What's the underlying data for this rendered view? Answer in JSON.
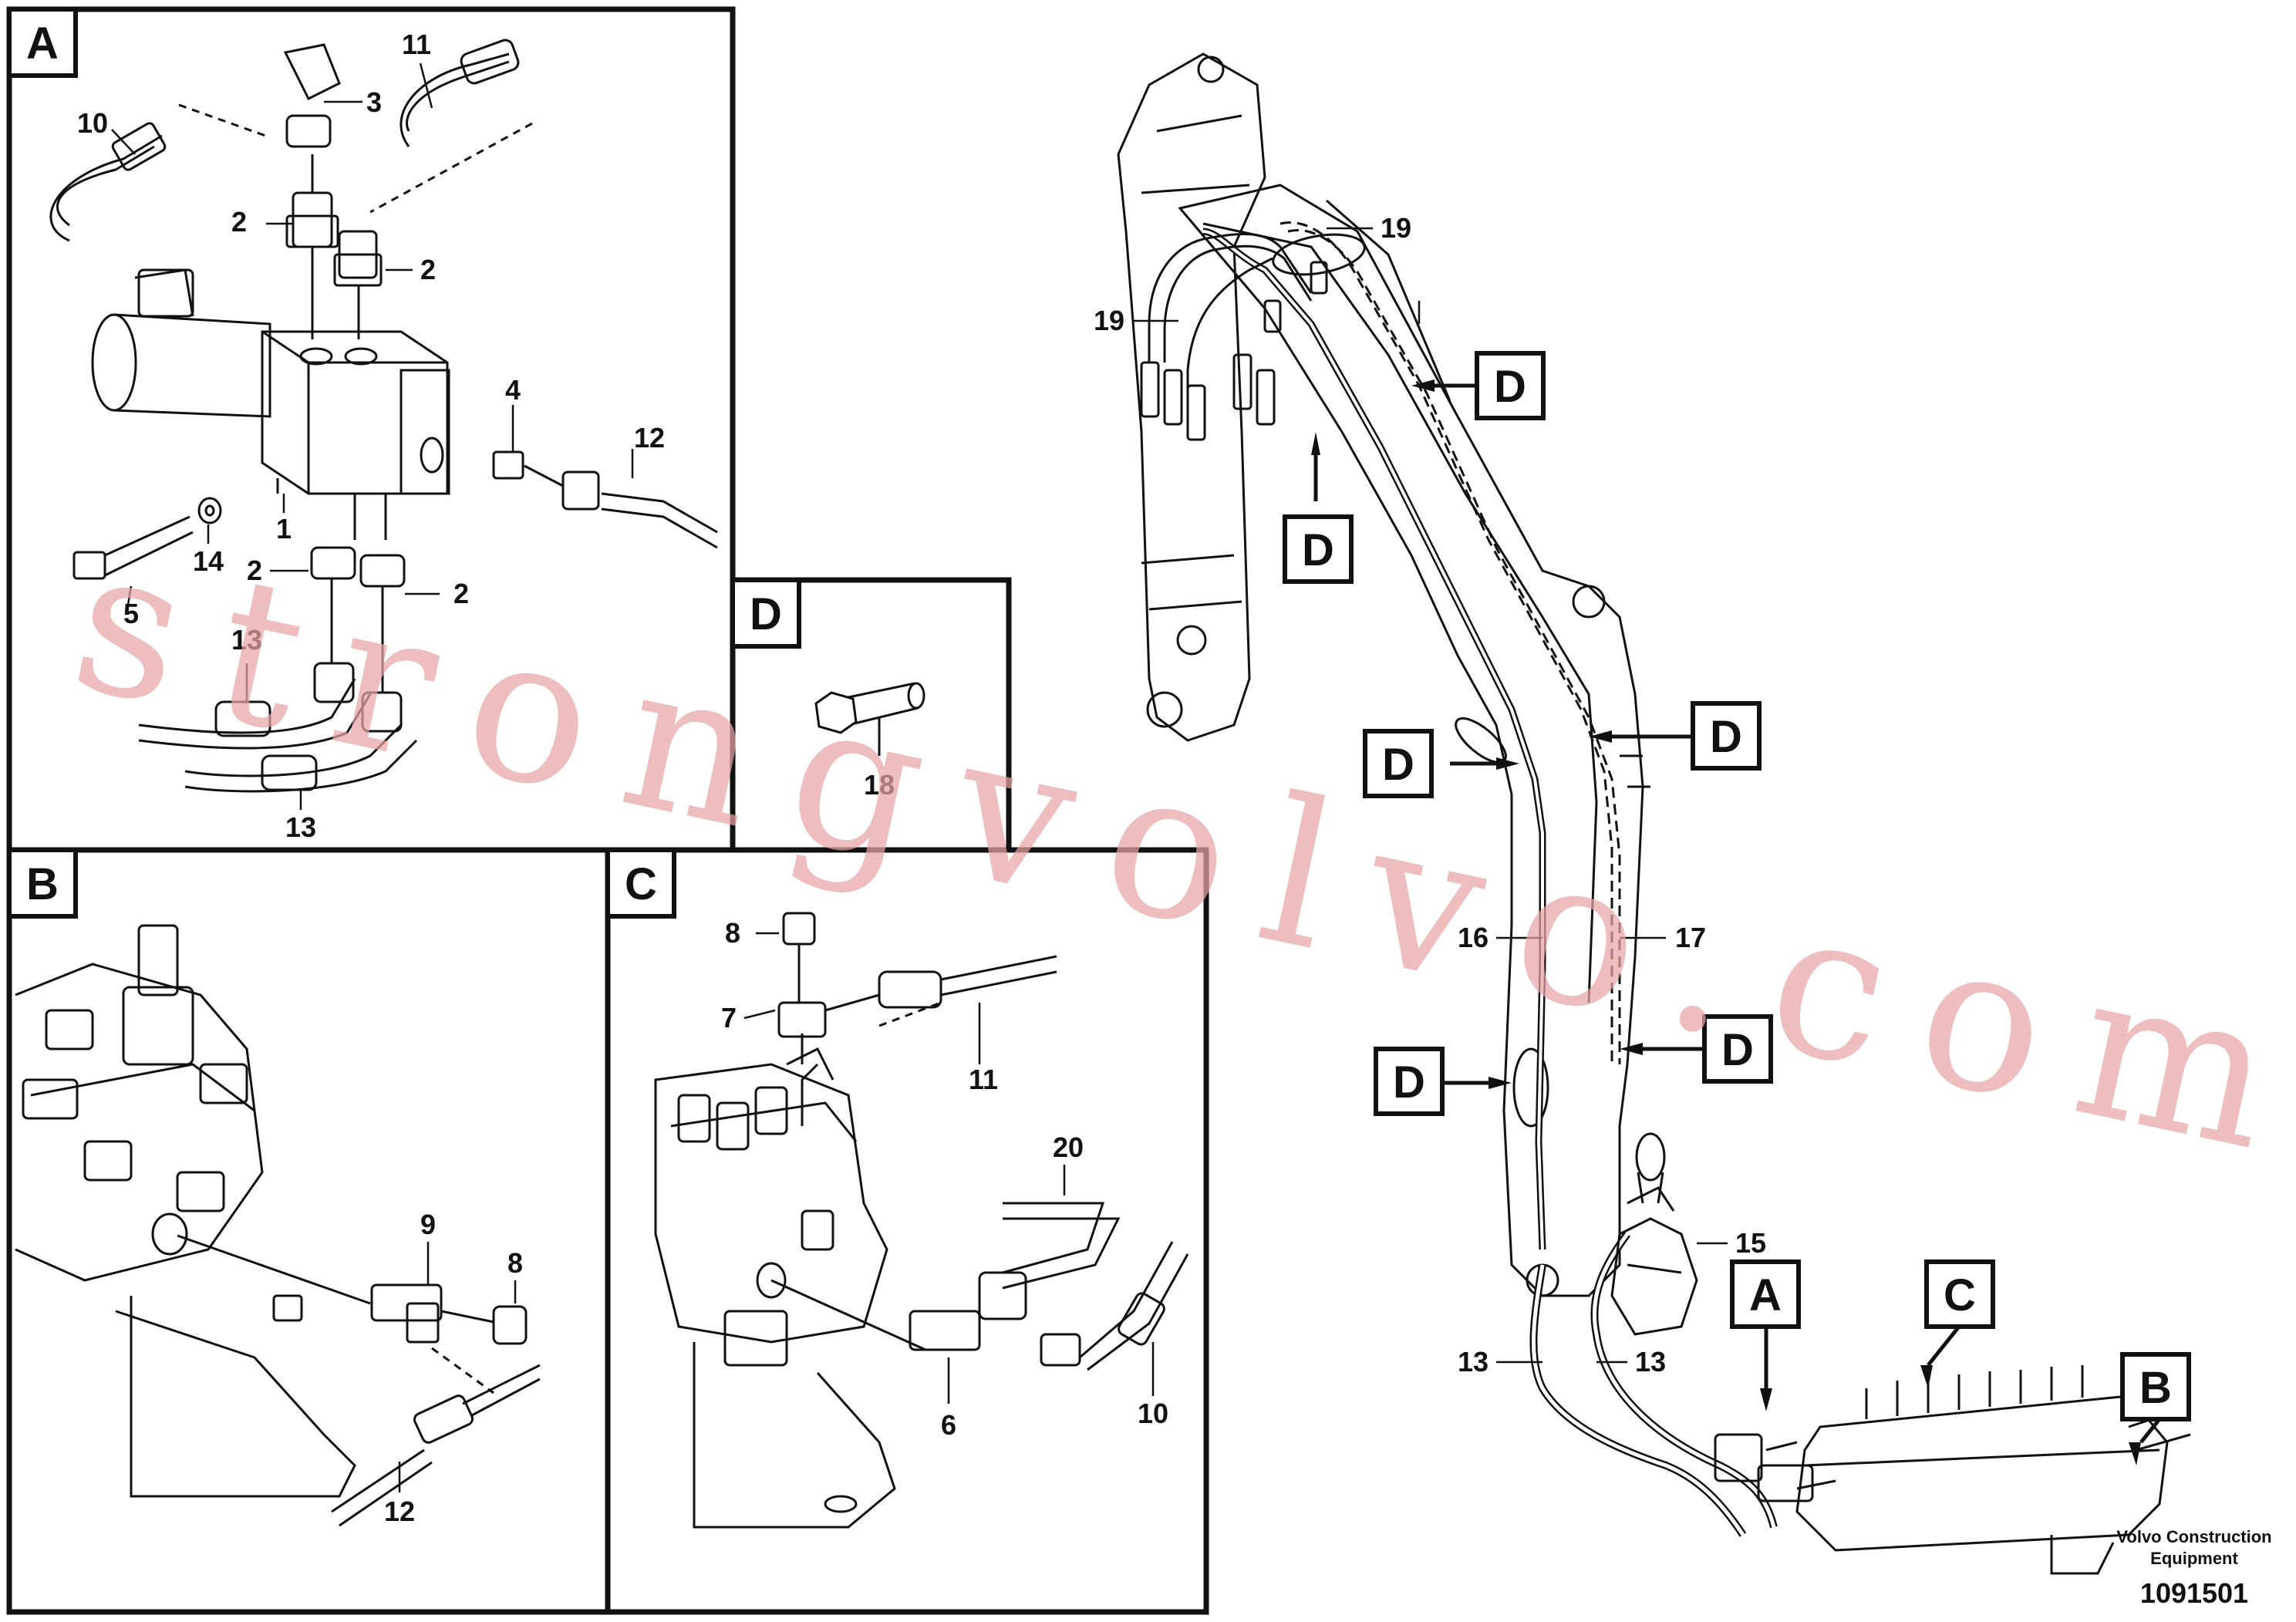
{
  "panels": {
    "a": {
      "label": "A",
      "parts": [
        "10",
        "3",
        "11",
        "2",
        "2",
        "4",
        "12",
        "1",
        "14",
        "5",
        "2",
        "2",
        "13",
        "13"
      ]
    },
    "b": {
      "label": "B",
      "parts": [
        "9",
        "8",
        "12"
      ]
    },
    "c": {
      "label": "C",
      "parts": [
        "8",
        "7",
        "11",
        "20",
        "6",
        "10"
      ]
    },
    "d": {
      "label": "D",
      "parts": [
        "18"
      ]
    }
  },
  "main": {
    "parts": [
      "19",
      "19",
      "16",
      "17",
      "15",
      "13",
      "13"
    ],
    "refs": [
      "D",
      "D",
      "D",
      "D",
      "D",
      "D",
      "D",
      "A",
      "C",
      "B"
    ]
  },
  "watermark": "strongvolvo.com",
  "footer": {
    "company_line1": "Volvo Construction",
    "company_line2": "Equipment",
    "drawing_number": "1091501"
  }
}
